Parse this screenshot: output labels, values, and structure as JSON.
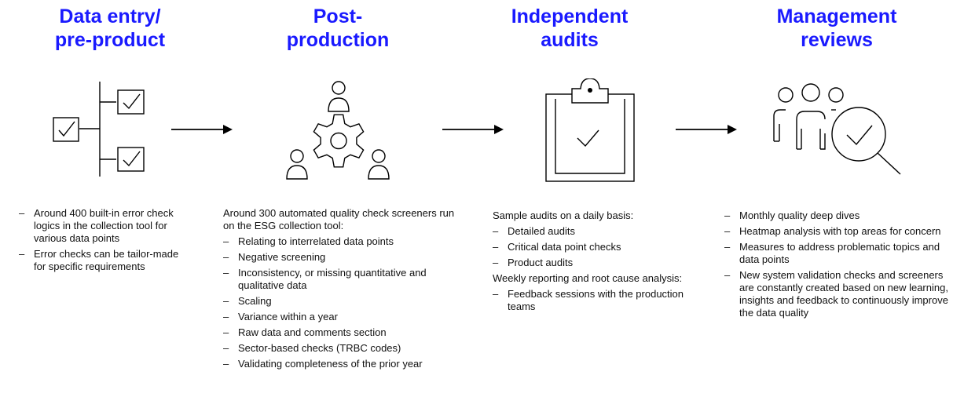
{
  "stages": [
    {
      "title": "Data entry/\npre-product",
      "icon": "checklist-tree-icon",
      "intro": [],
      "bullets": [
        "Around 400 built-in error check logics in the collection tool for various data points",
        "Error checks can be tailor-made for specific requirements"
      ]
    },
    {
      "title": "Post-\nproduction",
      "icon": "gear-people-icon",
      "intro": [
        "Around 300 automated quality check screeners run on the ESG collection tool:"
      ],
      "bullets": [
        "Relating to interrelated data points",
        "Negative screening",
        "Inconsistency, or missing quantitative and qualitative data",
        "Scaling",
        "Variance within a year",
        "Raw data and comments section",
        "Sector-based checks (TRBC codes)",
        "Validating completeness of the prior year"
      ]
    },
    {
      "title": "Independent\naudits",
      "icon": "clipboard-check-icon",
      "intro": [
        "Sample audits on a daily basis:"
      ],
      "bullets": [
        "Detailed audits",
        "Critical data point checks",
        "Product audits"
      ],
      "intro2": [
        "Weekly reporting and root cause analysis:"
      ],
      "bullets2": [
        "Feedback sessions with the production teams"
      ]
    },
    {
      "title": "Management\nreviews",
      "icon": "people-magnifier-icon",
      "intro": [],
      "bullets": [
        "Monthly quality deep dives",
        "Heatmap analysis with top areas for concern",
        "Measures to address problematic topics and data points",
        "New system validation checks and screeners are constantly created based on new learning, insights and feedback to continuously improve the data quality"
      ]
    }
  ],
  "colors": {
    "title": "#1a1aff",
    "text": "#111111",
    "line": "#000000"
  }
}
